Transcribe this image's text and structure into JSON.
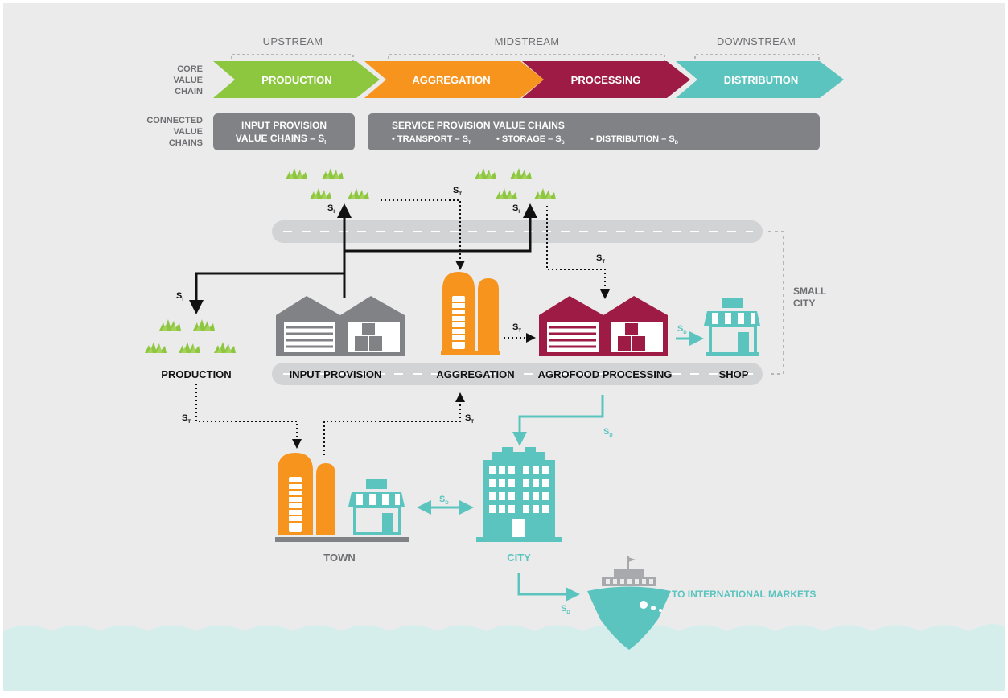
{
  "stage_labels": {
    "upstream": "UPSTREAM",
    "midstream": "MIDSTREAM",
    "downstream": "DOWNSTREAM"
  },
  "core_label": [
    "CORE",
    "VALUE",
    "CHAIN"
  ],
  "connected_label": [
    "CONNECTED",
    "VALUE",
    "CHAINS"
  ],
  "chevrons": {
    "production": "PRODUCTION",
    "aggregation": "AGGREGATION",
    "processing": "PROCESSING",
    "distribution": "DISTRIBUTION"
  },
  "input_box": {
    "line1": "INPUT PROVISION",
    "line2": "VALUE CHAINS – S",
    "line2_sub": "I"
  },
  "service_box": {
    "title": "SERVICE PROVISION VALUE CHAINS",
    "items": [
      {
        "text": "• TRANSPORT – S",
        "sub": "T"
      },
      {
        "text": "• STORAGE – S",
        "sub": "S"
      },
      {
        "text": "• DISTRIBUTION – S",
        "sub": "D"
      }
    ]
  },
  "road_labels": {
    "input": "INPUT PROVISION",
    "aggregation": "AGGREGATION",
    "processing": "AGROFOOD PROCESSING",
    "shop": "SHOP"
  },
  "production_label": "PRODUCTION",
  "small_city": [
    "SMALL",
    "CITY"
  ],
  "town": "TOWN",
  "city": "CITY",
  "international": "TO INTERNATIONAL MARKETS",
  "symbols": {
    "s": "S",
    "i": "I",
    "t": "T",
    "d": "D"
  },
  "colors": {
    "green": "#8dc63f",
    "orange": "#f7941d",
    "maroon": "#9e1b46",
    "teal": "#5bc4bf",
    "gray": "#808285",
    "road": "#d1d3d4",
    "bg": "#ebebeb",
    "water": "#d5eeec"
  }
}
